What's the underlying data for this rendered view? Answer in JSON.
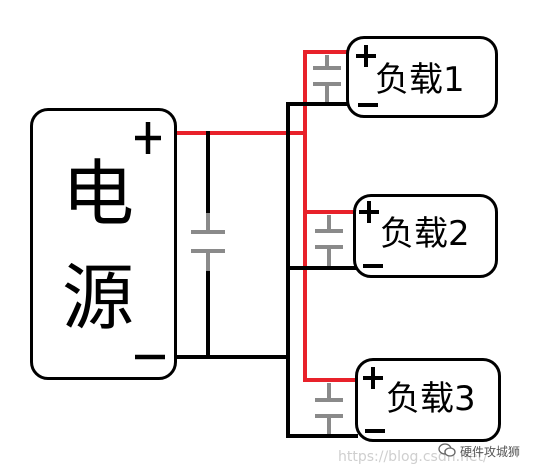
{
  "source": {
    "char_top": "电",
    "char_bottom": "源",
    "plus": "+",
    "minus": "−"
  },
  "loads": [
    {
      "label": "负载1",
      "plus": "+",
      "minus": "−"
    },
    {
      "label": "负载2",
      "plus": "+",
      "minus": "−"
    },
    {
      "label": "负载3",
      "plus": "+",
      "minus": "−"
    }
  ],
  "watermark": {
    "text": "https://blog.csdn.net/",
    "brand": "硬件攻城狮"
  },
  "colors": {
    "positive": "#e8212a",
    "negative": "#000000",
    "capacitor": "#8a8a8a"
  }
}
